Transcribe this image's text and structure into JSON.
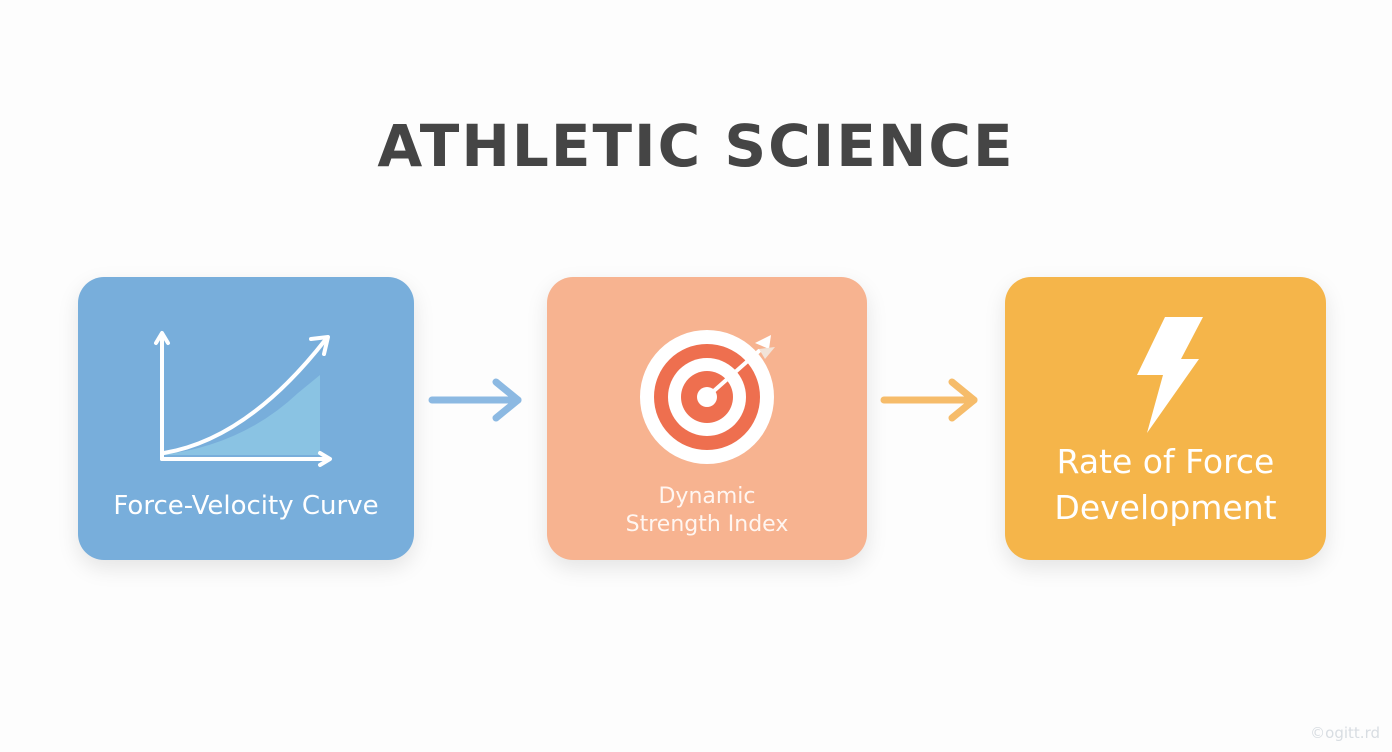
{
  "title": "ATHLETIC SCIENCE",
  "steps": [
    {
      "label": "Force-Velocity Curve",
      "icon": "force-velocity-graph-icon",
      "color": "#78aedb"
    },
    {
      "label_lines": [
        "Dynamic",
        "Strength Index"
      ],
      "icon": "target-icon",
      "color": "#f7b390"
    },
    {
      "label_lines": [
        "Rate of Force",
        "Development"
      ],
      "icon": "lightning-bolt-icon",
      "color": "#f5b54a"
    }
  ],
  "watermark": "©ogitt.rd"
}
